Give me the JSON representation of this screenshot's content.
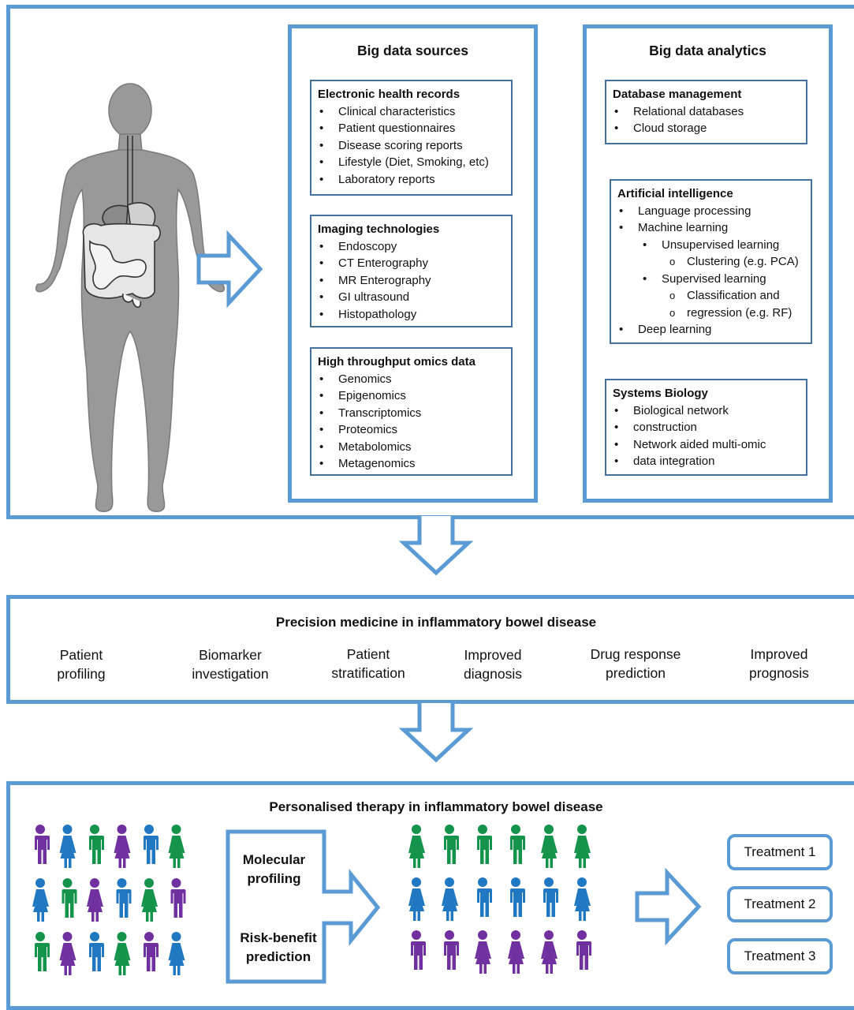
{
  "sources": {
    "title": "Big data sources",
    "ehr": {
      "title": "Electronic health records",
      "items": [
        "Clinical characteristics",
        "Patient questionnaires",
        "Disease scoring reports",
        "Lifestyle (Diet, Smoking, etc)",
        "Laboratory reports"
      ]
    },
    "imaging": {
      "title": "Imaging technologies",
      "items": [
        "Endoscopy",
        "CT Enterography",
        "MR Enterography",
        "GI ultrasound",
        "Histopathology"
      ]
    },
    "omics": {
      "title": "High throughput omics data",
      "items": [
        "Genomics",
        "Epigenomics",
        "Transcriptomics",
        "Proteomics",
        "Metabolomics",
        "Metagenomics"
      ]
    }
  },
  "analytics": {
    "title": "Big data analytics",
    "db": {
      "title": "Database management",
      "items": [
        "Relational databases",
        "Cloud storage"
      ]
    },
    "ai": {
      "title": "Artificial intelligence",
      "items": [
        "Language processing",
        "Machine learning",
        "Unsupervised learning",
        "Clustering (e.g. PCA)",
        "Supervised learning",
        "Classification and",
        "regression (e.g. RF)",
        "Deep learning"
      ]
    },
    "sysbio": {
      "title": "Systems Biology",
      "items": [
        "Biological network",
        "construction",
        "Network aided multi-omic",
        "data integration"
      ]
    }
  },
  "precision": {
    "title": "Precision medicine in inflammatory bowel disease",
    "items": [
      [
        "Patient",
        "profiling"
      ],
      [
        "Biomarker",
        "investigation"
      ],
      [
        "Patient",
        "stratification"
      ],
      [
        "Improved",
        "diagnosis"
      ],
      [
        "Drug response",
        "prediction"
      ],
      [
        "Improved",
        "prognosis"
      ]
    ]
  },
  "therapy": {
    "title": "Personalised therapy in inflammatory bowel disease",
    "molecular": [
      "Molecular",
      "profiling"
    ],
    "risk": [
      "Risk-benefit",
      "prediction"
    ],
    "treatments": [
      "Treatment 1",
      "Treatment 2",
      "Treatment 3"
    ]
  },
  "colors": {
    "frame": "#5b9bd5",
    "box_border": "#41719c",
    "body_gray": "#999999",
    "person_purple": "#7030a0",
    "person_blue": "#1f78c1",
    "person_green": "#14944a"
  },
  "people": {
    "mixed": [
      [
        "purple-male",
        "blue-female",
        "green-male",
        "purple-female",
        "blue-male",
        "green-female"
      ],
      [
        "blue-female",
        "green-male",
        "purple-female",
        "blue-male",
        "green-female",
        "purple-male"
      ],
      [
        "green-male",
        "purple-female",
        "blue-male",
        "green-female",
        "purple-male",
        "blue-female"
      ]
    ],
    "sorted": [
      [
        "green-female",
        "green-male",
        "green-male",
        "green-male",
        "green-female",
        "green-female"
      ],
      [
        "blue-female",
        "blue-female",
        "blue-male",
        "blue-male",
        "blue-male",
        "blue-female"
      ],
      [
        "purple-male",
        "purple-male",
        "purple-female",
        "purple-female",
        "purple-female",
        "purple-male"
      ]
    ]
  }
}
